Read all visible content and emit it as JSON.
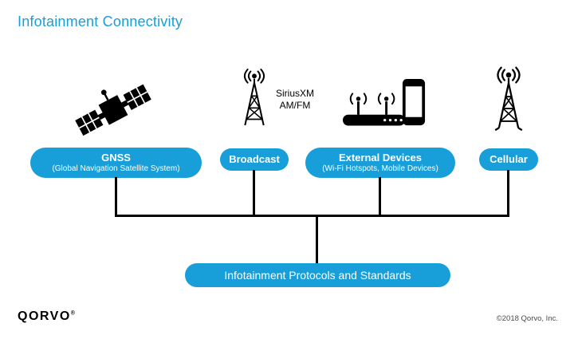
{
  "title": "Infotainment Connectivity",
  "colors": {
    "accent": "#189ED9",
    "line": "#000000"
  },
  "nodes": [
    {
      "id": "gnss",
      "label": "GNSS",
      "sublabel": "(Global Navigation Satellite System)",
      "icon": "satellite-icon"
    },
    {
      "id": "broadcast",
      "label": "Broadcast",
      "icon": "broadcast-tower-icon"
    },
    {
      "id": "external",
      "label": "External Devices",
      "sublabel": "(Wi-Fi Hotspots, Mobile Devices)",
      "icon": "router-icon, phone-icon"
    },
    {
      "id": "cellular",
      "label": "Cellular",
      "icon": "cellular-tower-icon"
    }
  ],
  "annotation": {
    "line1": "SiriusXM",
    "line2": "AM/FM"
  },
  "bottom_box": {
    "label": "Infotainment Protocols and Standards"
  },
  "footer": {
    "logo_text": "Qorvo",
    "logo_mark": "®",
    "copyright": "©2018 Qorvo, Inc."
  }
}
